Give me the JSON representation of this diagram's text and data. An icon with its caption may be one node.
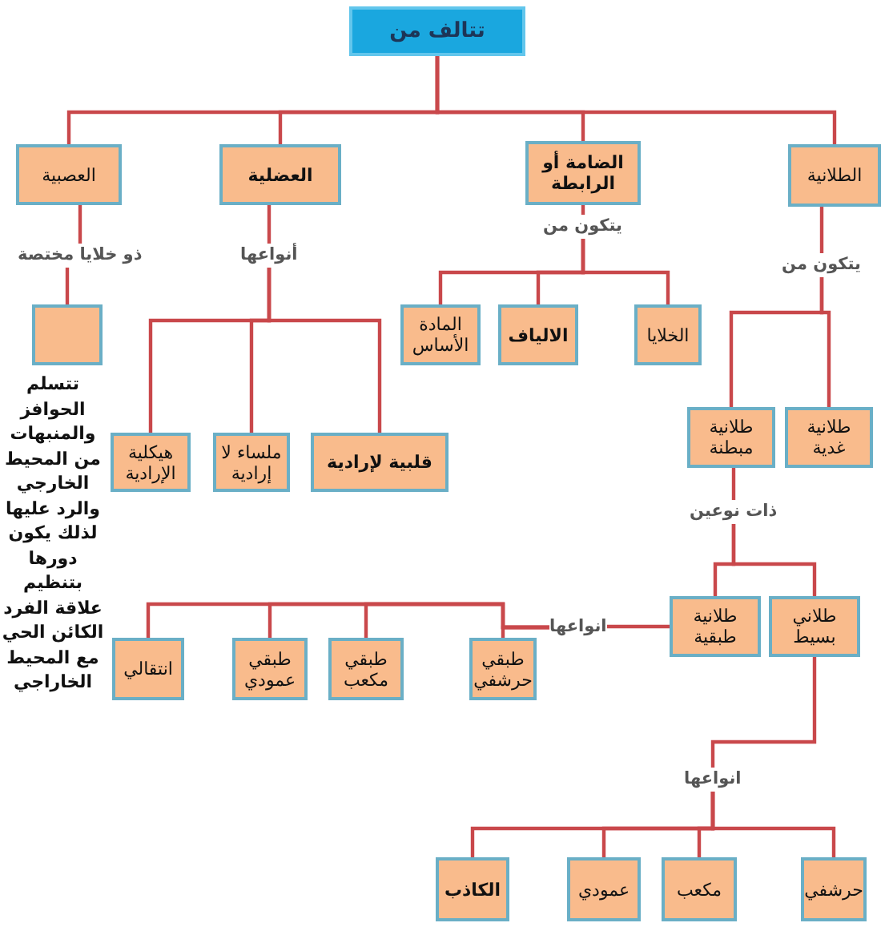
{
  "diagram": {
    "nodes": [
      {
        "text": [
          "تتالف من"
        ]
      },
      {
        "text": [
          "الطلانية"
        ]
      },
      {
        "text": [
          "الضامة أو الرابطة"
        ]
      },
      {
        "text": [
          "العضلية"
        ]
      },
      {
        "text": [
          "العصبية"
        ]
      },
      {
        "text": [
          "يتكون من"
        ]
      },
      {
        "text": [
          "يتكون من"
        ]
      },
      {
        "text": [
          "أنواعها"
        ]
      },
      {
        "text": [
          "ذو خلايا مختصة"
        ]
      },
      {
        "text": [
          "الخلايا"
        ]
      },
      {
        "text": [
          "الالياف"
        ]
      },
      {
        "text": [
          "المادة الأساس"
        ]
      },
      {
        "text": [],
        "shape": "box",
        "beside": [
          "تتسلم الحوافز والمنبهات من المحيط الخارجي والرد عليها لذلك يكون دورها بتنظيم علاقة الفرد الكائن الحي مع المحيط الخاراجي"
        ]
      },
      {
        "text": [
          "طلانية غدية"
        ]
      },
      {
        "text": [
          "طلانية مبطنة"
        ]
      },
      {
        "text": [
          "قلبية لإرادية"
        ]
      },
      {
        "text": [
          "ملساء لا إرادية"
        ]
      },
      {
        "text": [
          "هيكلية الإرادية"
        ]
      },
      {
        "text": [
          "ذات نوعين"
        ]
      },
      {
        "text": [
          "طلاني بسيط"
        ]
      },
      {
        "text": [
          "طلانية طبقية"
        ]
      },
      {
        "text": [
          "انواعها"
        ]
      },
      {
        "text": [
          "طبقي حرشفي"
        ]
      },
      {
        "text": [
          "طبقي مكعب"
        ]
      },
      {
        "text": [
          "طبقي عمودي"
        ]
      },
      {
        "text": [
          "انتقالي"
        ]
      },
      {
        "text": [
          "انواعها"
        ]
      },
      {
        "text": [
          "حرشفي"
        ]
      },
      {
        "text": [
          "مكعب"
        ]
      },
      {
        "text": [
          "عمودي"
        ]
      },
      {
        "text": [
          "الكاذب"
        ]
      }
    ],
    "edges": [
      {
        "from": 0,
        "to": 1,
        "arrow": "none"
      },
      {
        "from": 0,
        "to": 2,
        "arrow": "none"
      },
      {
        "from": 0,
        "to": 3,
        "arrow": "none"
      },
      {
        "from": 0,
        "to": 4,
        "arrow": "none"
      },
      {
        "from": 1,
        "to": 5,
        "arrow": "none"
      },
      {
        "from": 2,
        "to": 6,
        "arrow": "none"
      },
      {
        "from": 3,
        "to": 7,
        "arrow": "none"
      },
      {
        "from": 4,
        "to": 8,
        "arrow": "none"
      },
      {
        "from": 5,
        "to": 13,
        "arrow": "none"
      },
      {
        "from": 5,
        "to": 14,
        "arrow": "none"
      },
      {
        "from": 6,
        "to": 9,
        "arrow": "none"
      },
      {
        "from": 6,
        "to": 10,
        "arrow": "none"
      },
      {
        "from": 6,
        "to": 11,
        "arrow": "none"
      },
      {
        "from": 7,
        "to": 15,
        "arrow": "none"
      },
      {
        "from": 7,
        "to": 16,
        "arrow": "none"
      },
      {
        "from": 7,
        "to": 17,
        "arrow": "none"
      },
      {
        "from": 8,
        "to": 12,
        "arrow": "none"
      },
      {
        "from": 14,
        "to": 18,
        "arrow": "none"
      },
      {
        "from": 18,
        "to": 19,
        "arrow": "none"
      },
      {
        "from": 18,
        "to": 20,
        "arrow": "none"
      },
      {
        "from": 20,
        "to": 21,
        "arrow": "none"
      },
      {
        "from": 21,
        "to": 22,
        "arrow": "none"
      },
      {
        "from": 21,
        "to": 23,
        "arrow": "none"
      },
      {
        "from": 21,
        "to": 24,
        "arrow": "none"
      },
      {
        "from": 21,
        "to": 25,
        "arrow": "none"
      },
      {
        "from": 19,
        "to": 26,
        "arrow": "none"
      },
      {
        "from": 26,
        "to": 27,
        "arrow": "none"
      },
      {
        "from": 26,
        "to": 28,
        "arrow": "none"
      },
      {
        "from": 26,
        "to": 29,
        "arrow": "none"
      },
      {
        "from": 26,
        "to": 30,
        "arrow": "none"
      }
    ]
  }
}
